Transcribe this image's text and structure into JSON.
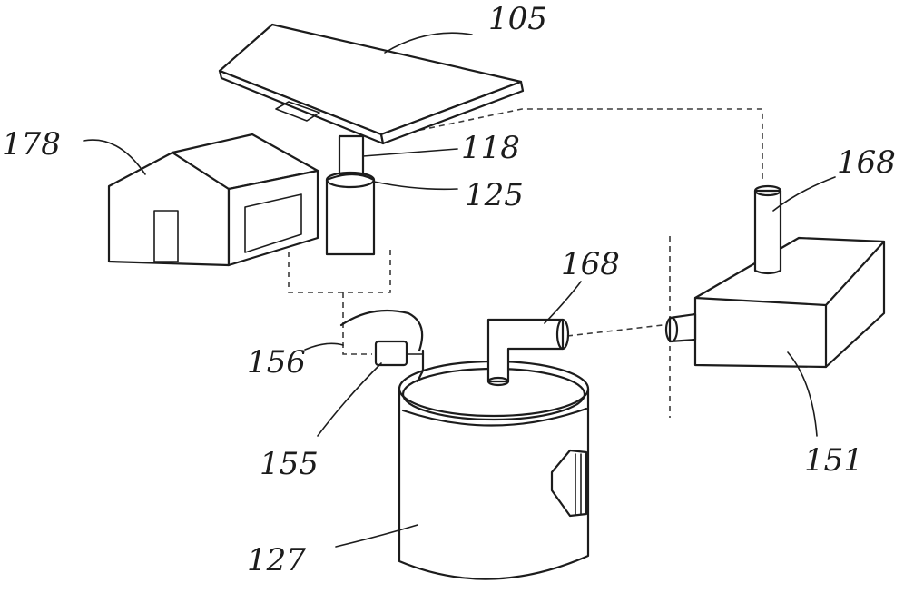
{
  "figure": {
    "labels": {
      "panel": "105",
      "house": "178",
      "pole_top": "118",
      "post": "125",
      "vent_right": "168",
      "vent_tank": "168",
      "valve_hose": "156",
      "valve": "155",
      "tank": "127",
      "box": "151"
    }
  }
}
